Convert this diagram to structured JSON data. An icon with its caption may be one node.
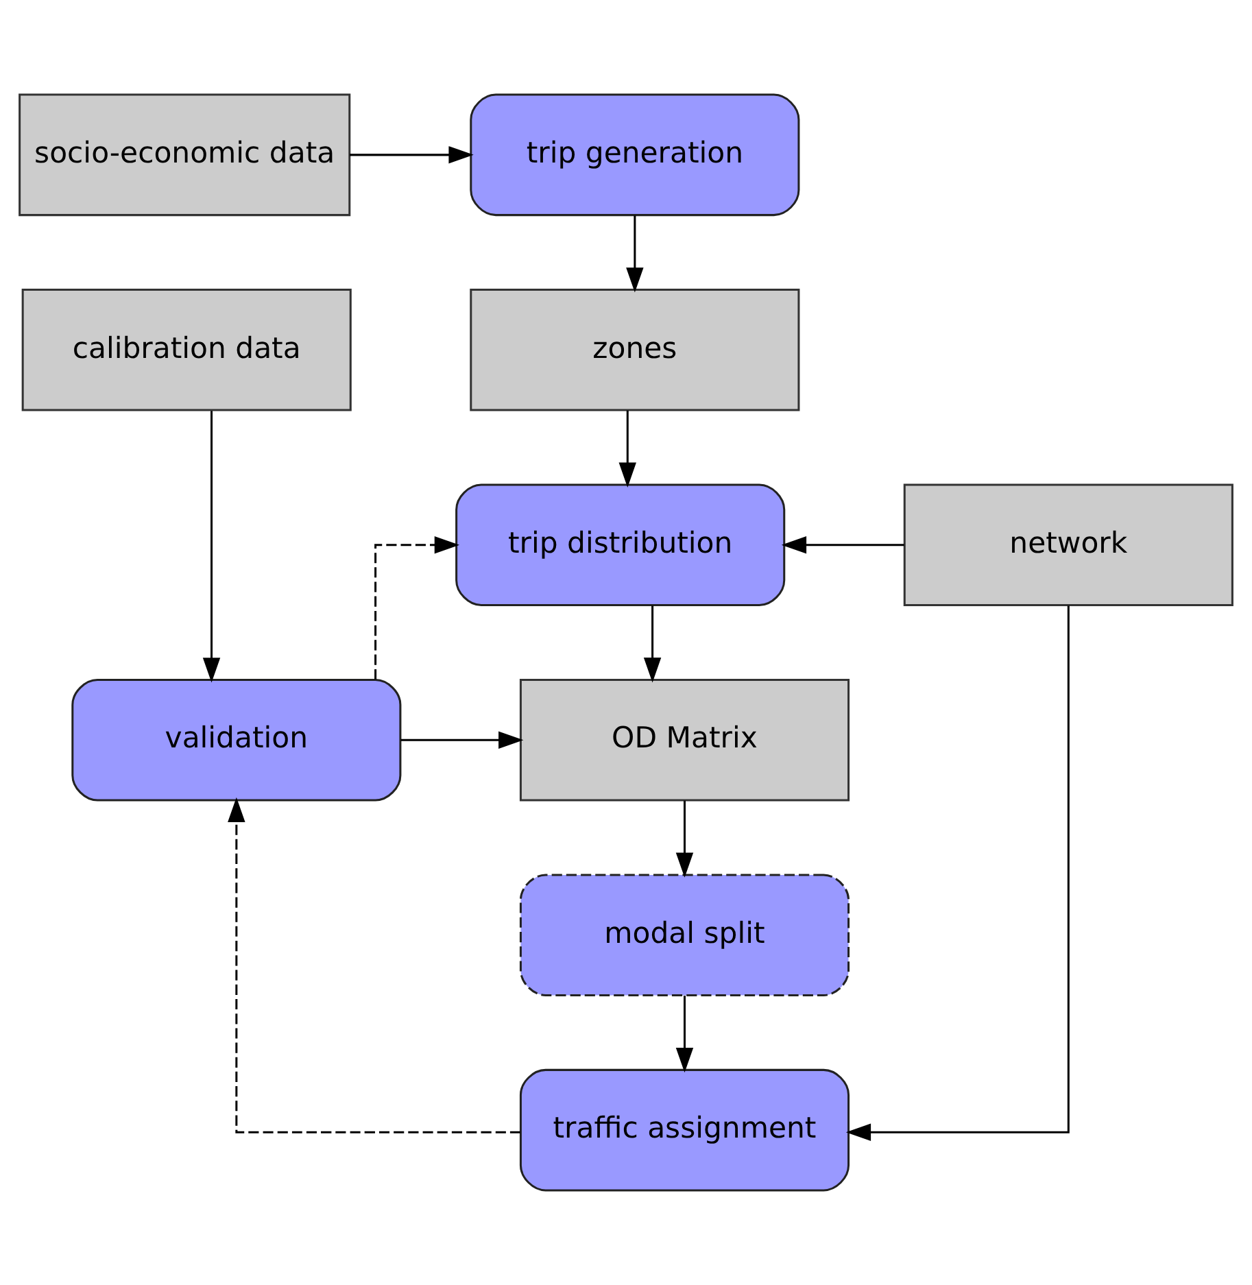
{
  "diagram": {
    "nodes": [
      {
        "text": [
          "socio-economic data"
        ]
      },
      {
        "text": [
          "trip generation"
        ]
      },
      {
        "text": [
          "zones"
        ]
      },
      {
        "text": [
          "calibration data"
        ]
      },
      {
        "text": [
          "trip distribution"
        ]
      },
      {
        "text": [
          "network"
        ]
      },
      {
        "text": [
          "validation"
        ]
      },
      {
        "text": [
          "OD Matrix"
        ]
      },
      {
        "text": [
          "modal split"
        ]
      },
      {
        "text": [
          "traffic assignment"
        ]
      }
    ],
    "edges": [
      {
        "from": 0,
        "to": 1,
        "arrow": "to"
      },
      {
        "from": 1,
        "to": 2,
        "arrow": "to"
      },
      {
        "from": 2,
        "to": 4,
        "arrow": "to"
      },
      {
        "from": 3,
        "to": 6,
        "arrow": "to"
      },
      {
        "from": 6,
        "to": 4,
        "arrow": "to",
        "style": "dashed"
      },
      {
        "from": 5,
        "to": 4,
        "arrow": "to"
      },
      {
        "from": 4,
        "to": 7,
        "arrow": "to"
      },
      {
        "from": 6,
        "to": 7,
        "arrow": "to"
      },
      {
        "from": 7,
        "to": 8,
        "arrow": "to"
      },
      {
        "from": 8,
        "to": 9,
        "arrow": "to"
      },
      {
        "from": 5,
        "to": 9,
        "arrow": "to"
      },
      {
        "from": 9,
        "to": 6,
        "arrow": "to",
        "style": "dashed"
      }
    ]
  }
}
